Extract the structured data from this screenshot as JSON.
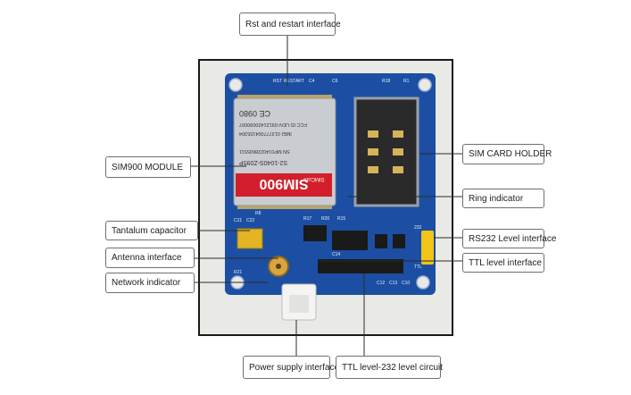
{
  "labels": {
    "rst": "Rst and restart interface",
    "sim900_module": "SIM900 MODULE",
    "sim_card_holder": "SIM CARD HOLDER",
    "ring_indicator": "Ring indicator",
    "tantalum": "Tantalum capacitor",
    "rs232": "RS232 Level interface",
    "antenna": "Antenna interface",
    "ttl_interface": "TTL level interface",
    "network_indicator": "Network indicator",
    "power_supply": "Power supply interface",
    "ttl_232": "TTL level-232 level circuit"
  },
  "board": {
    "chip_logo": "SIM900",
    "chip_brand": "SIMCom",
    "chip_lines": [
      "CE 0980",
      "FCC ID UDV-09121420090097",
      "IMEI 013777004155304",
      "SN MP0140228605511",
      "S2-1040S-Z095P"
    ],
    "silk": {
      "rst": "RST",
      "restart": "RESTART",
      "c4": "C4",
      "c6": "C6",
      "r18": "R18",
      "r1": "R1",
      "r8": "R8",
      "c21": "C21",
      "c22": "C22",
      "r17": "R17",
      "r20": "R20",
      "r15": "R15",
      "c14": "C14",
      "c12": "C12",
      "c13": "C13",
      "c10": "C10",
      "r21": "R21",
      "a232": "232",
      "ttl": "TTL"
    }
  },
  "colors": {
    "pcb": "#1c4fa3",
    "chip": "#c9ccd0",
    "chip_red": "#d21f2b",
    "header_yellow": "#f2c418",
    "sma_gold": "#d9a441",
    "tantalum": "#e3b424"
  }
}
